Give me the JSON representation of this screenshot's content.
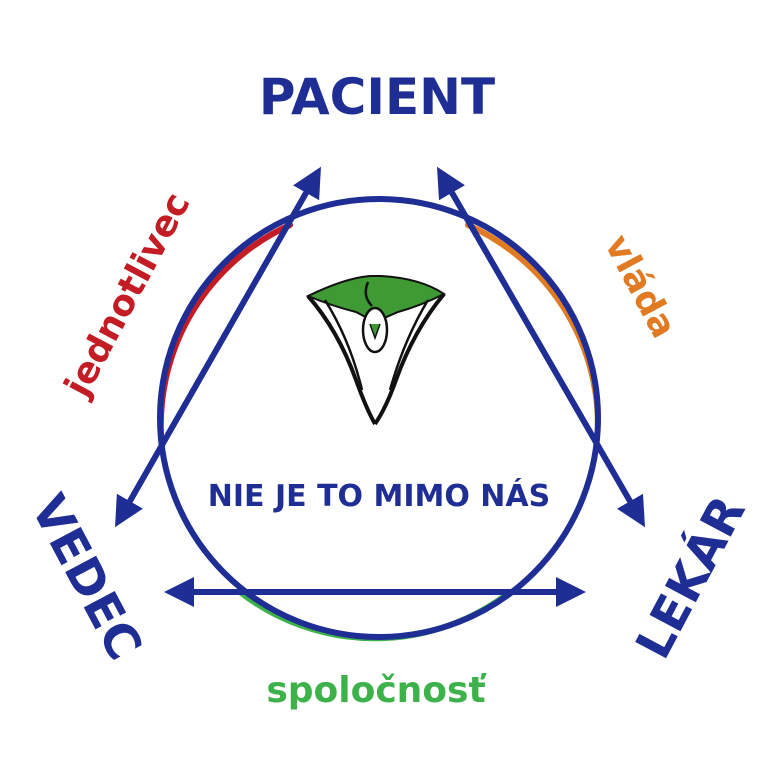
{
  "nodes": {
    "top": "PACIENT",
    "left": "VEDEC",
    "right": "LEKÁR"
  },
  "arc_labels": {
    "left": "jednotlivec",
    "right": "vláda",
    "bottom": "spoločnosť"
  },
  "center_text": "NIE JE TO MIMO NÁS",
  "logo": "snowdrop-flower-logo",
  "colors": {
    "primary": "#1f2e94",
    "red": "#c41c24",
    "orange": "#e07b24",
    "green": "#3db24a",
    "logo_green": "#3f9a34"
  }
}
